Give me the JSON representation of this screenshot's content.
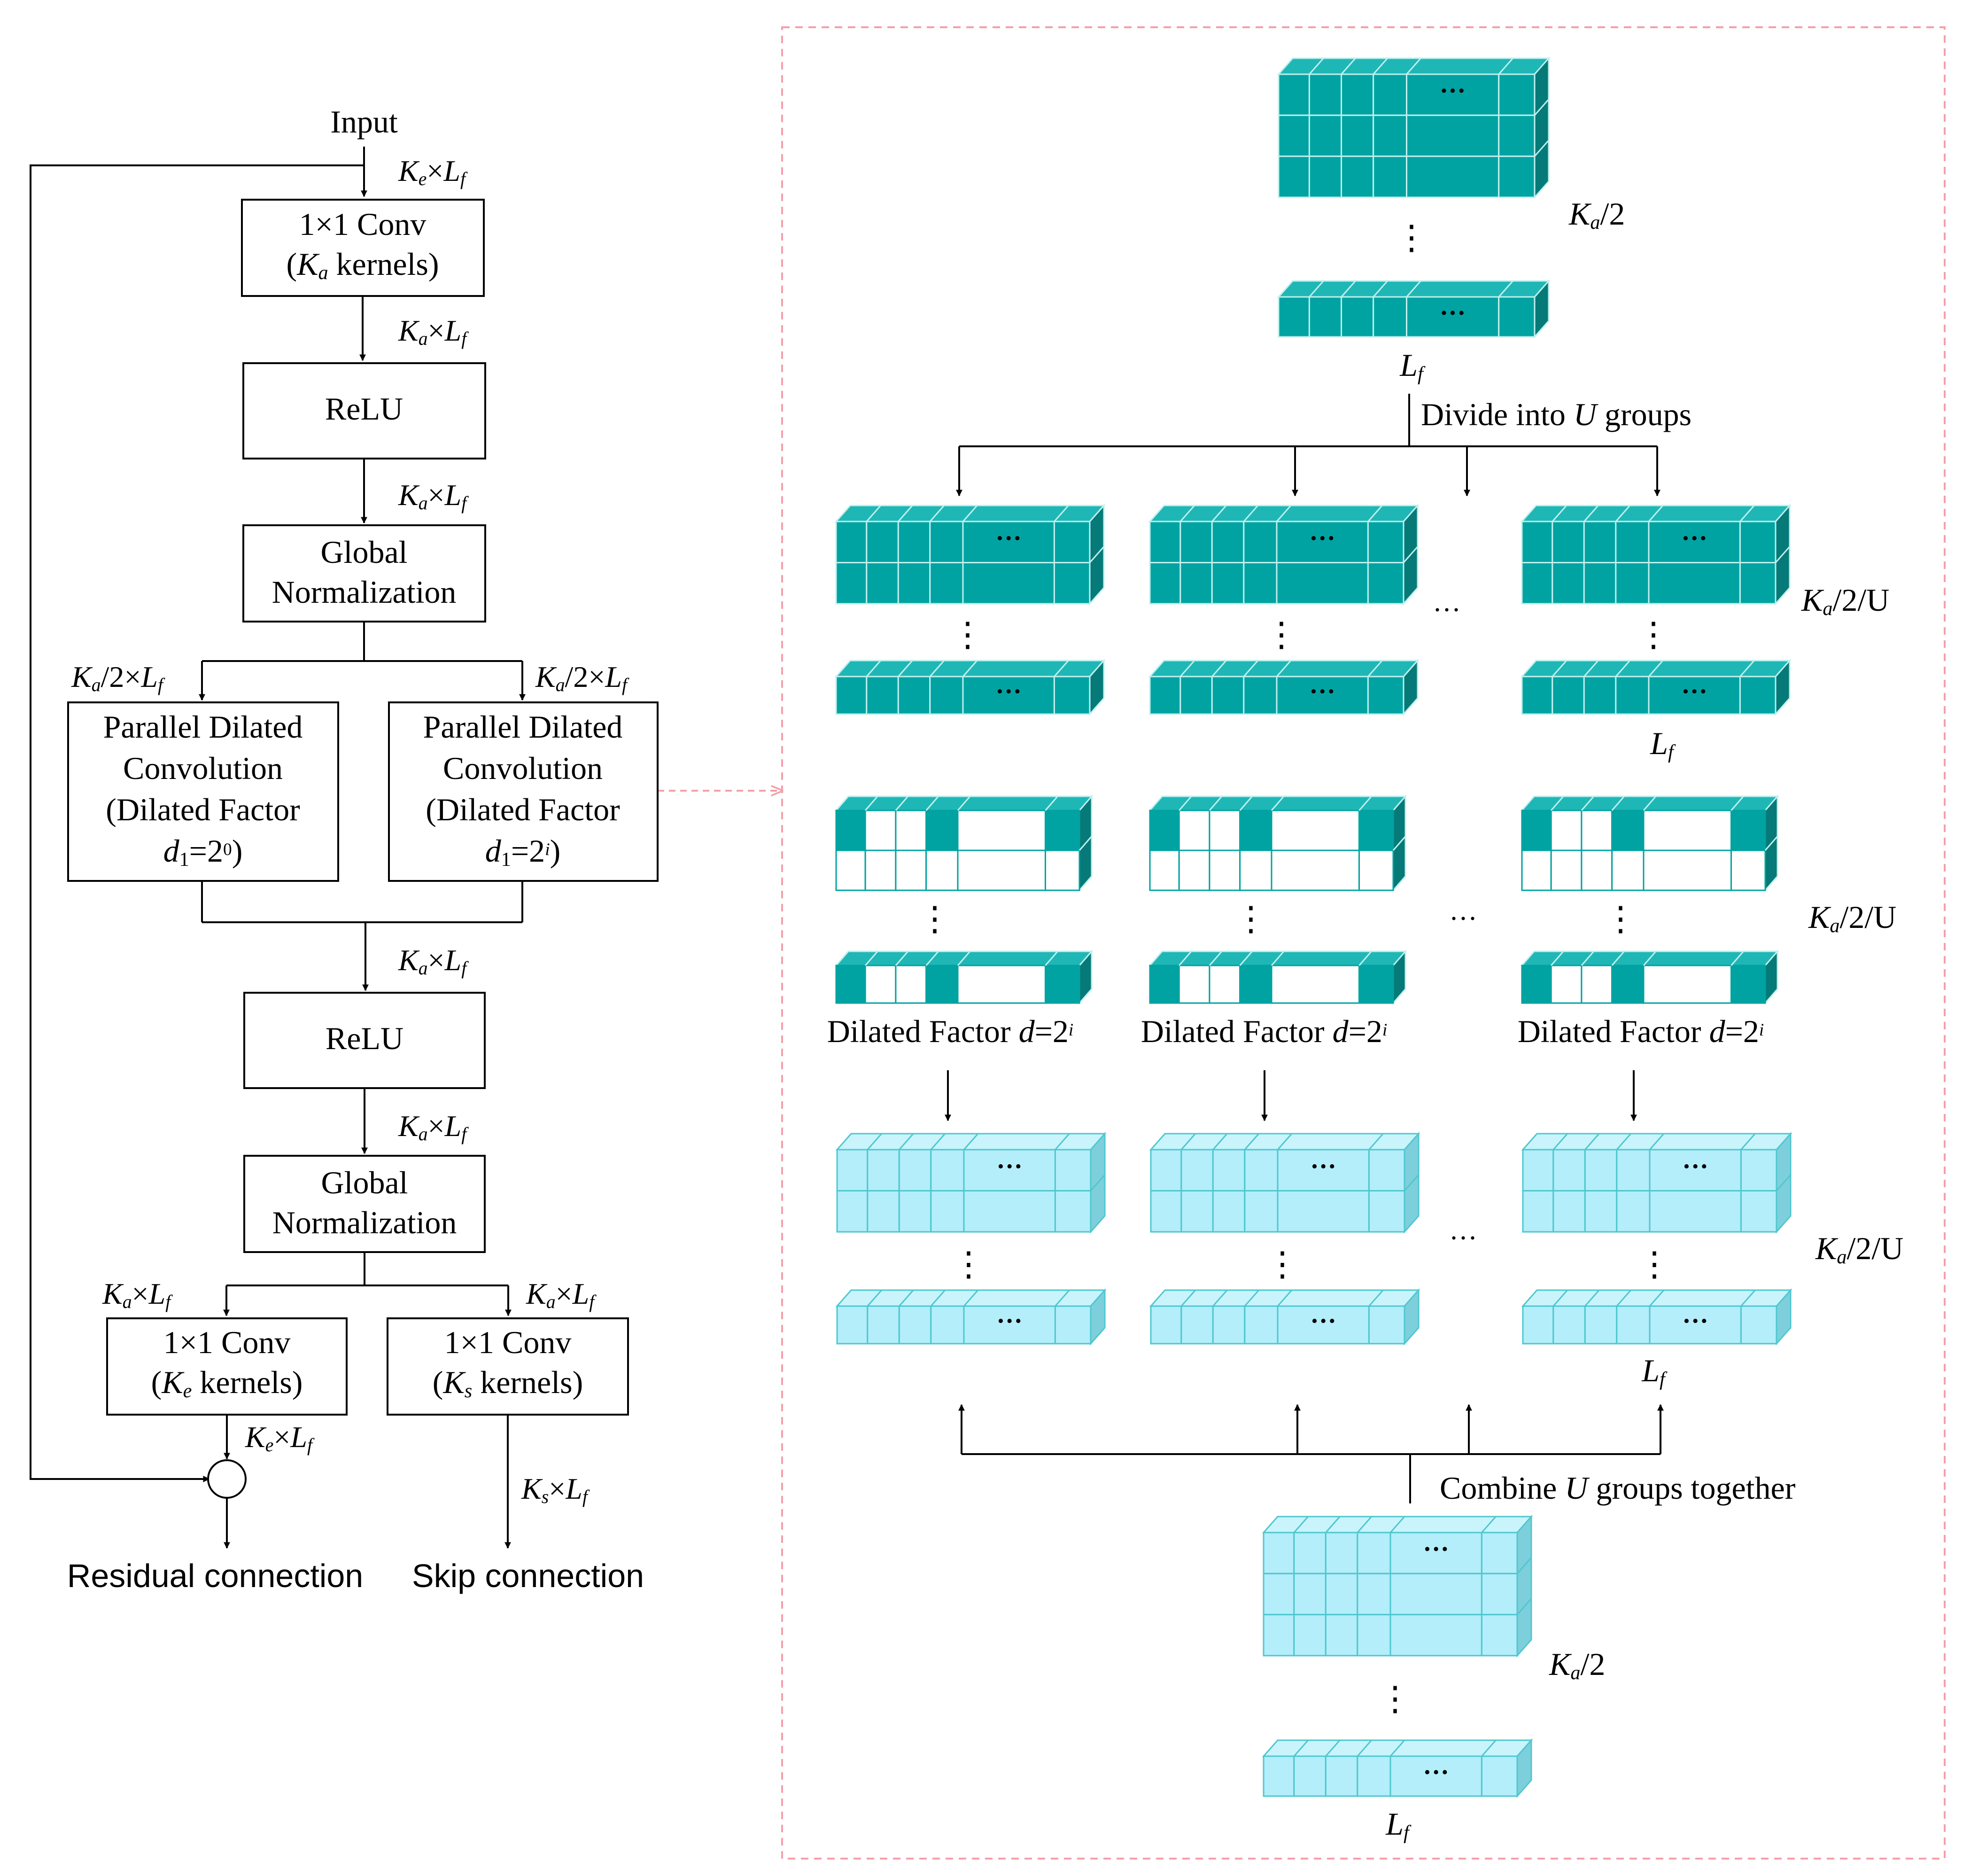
{
  "colors": {
    "dark_teal": "#00a3a2",
    "dark_teal_top": "#1fb7b5",
    "dark_teal_side": "#067a78",
    "light_cyan": "#b3eefa",
    "light_cyan_top": "#c9f4fc",
    "light_cyan_side": "#7ecfdc",
    "cell_line_light": "#4fc7cf",
    "cell_line_dark": "#bff0ee",
    "dashed_border": "#f4a0a8",
    "stroke": "#000000"
  },
  "left": {
    "input": "Input",
    "conv1_line1": "1×1 Conv",
    "conv1_line2_pre": "(",
    "conv1_k": "K",
    "conv1_k_sub": "a",
    "conv1_line2_post": " kernels)",
    "relu1": "ReLU",
    "norm1_line1": "Global",
    "norm1_line2": "Normalization",
    "pdc_left": [
      "Parallel Dilated",
      "Convolution",
      "(Dilated Factor"
    ],
    "pdc_left_d": "d",
    "pdc_left_d_sub": "1",
    "pdc_left_eq": "=2",
    "pdc_left_exp": "0",
    "pdc_left_close": ")",
    "pdc_right": [
      "Parallel Dilated",
      "Convolution",
      "(Dilated Factor"
    ],
    "pdc_right_d": "d",
    "pdc_right_d_sub": "1",
    "pdc_right_eq": "=2",
    "pdc_right_exp": "i",
    "pdc_right_close": ")",
    "relu2": "ReLU",
    "norm2_line1": "Global",
    "norm2_line2": "Normalization",
    "conv_e_line1": "1×1 Conv",
    "conv_e_k": "K",
    "conv_e_k_sub": "e",
    "conv_s_line1": "1×1 Conv",
    "conv_s_k": "K",
    "conv_s_k_sub": "s",
    "kernels": " kernels)",
    "open_paren": "(",
    "residual": "Residual connection",
    "skip": "Skip connection",
    "times": "×",
    "L": "L",
    "f": "f",
    "K": "K",
    "half": "/2",
    "sub_e": "e",
    "sub_a": "a",
    "sub_s": "s"
  },
  "right": {
    "top_label": "/2",
    "lf": "L",
    "lf_sub": "f",
    "divide_pre": "Divide into ",
    "divide_u": "U",
    "divide_post": " groups",
    "group_label": "/2/U",
    "dilated_pre": "Dilated Factor ",
    "dilated_d": "d",
    "dilated_eq": "=2",
    "dilated_exp": "i",
    "combine_pre": "Combine ",
    "combine_u": "U",
    "combine_post": " groups together",
    "bottom_label": "/2",
    "K": "K",
    "a": "a",
    "dots_h": "···",
    "dots_mid": "···",
    "dots_v": "⋮"
  }
}
